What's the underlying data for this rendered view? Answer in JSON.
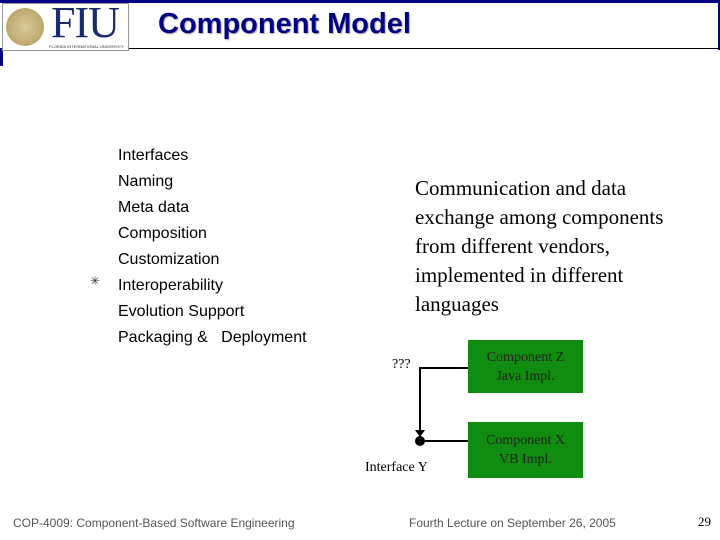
{
  "header": {
    "logo_text": "FIU",
    "logo_subtext": "FLORIDA INTERNATIONAL UNIVERSITY",
    "title": "Component Model"
  },
  "list": [
    "Interfaces",
    "Naming",
    "Meta data",
    "Composition",
    "Customization",
    "Interoperability",
    "Evolution Support",
    "Packaging &   Deployment"
  ],
  "bullet_icon": "asterisk-icon",
  "description": "Communication and data exchange among components from different vendors, implemented in different languages",
  "diagram": {
    "unknown_label": "???",
    "interface_label": "Interface Y",
    "component_z": {
      "line1": "Component Z",
      "line2": "Java Impl."
    },
    "component_x": {
      "line1": "Component X",
      "line2": "VB Impl."
    },
    "box_color": "#108c10"
  },
  "footer": {
    "course": "COP-4009: Component-Based Software Engineering",
    "lecture": "Fourth Lecture on September 26, 2005",
    "page": "29"
  }
}
